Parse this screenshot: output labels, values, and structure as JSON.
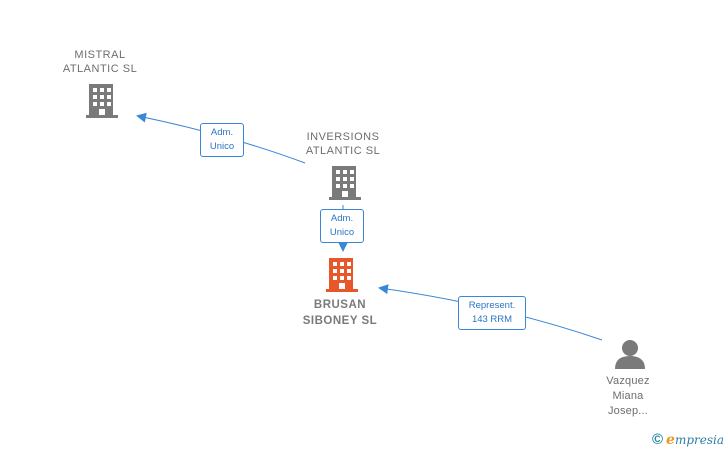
{
  "nodes": {
    "mistral": {
      "name": "MISTRAL\nATLANTIC  SL",
      "icon": "building-icon",
      "color": "#7a7a7a"
    },
    "inversions": {
      "name": "INVERSIONS\nATLANTIC  SL",
      "icon": "building-icon",
      "color": "#7a7a7a"
    },
    "brusan": {
      "name": "BRUSAN\nSIBONEY  SL",
      "icon": "building-icon",
      "color": "#e8572a"
    },
    "vazquez": {
      "name": "Vazquez\nMiana\nJosep...",
      "icon": "person-icon",
      "color": "#7a7a7a"
    }
  },
  "edges": {
    "inversions_mistral": {
      "label": "Adm.\nUnico"
    },
    "inversions_brusan": {
      "label": "Adm.\nUnico"
    },
    "vazquez_brusan": {
      "label": "Represent.\n143 RRM"
    }
  },
  "edge_color": "#3a86d8",
  "watermark": {
    "copyright": "©",
    "brand_initial": "e",
    "brand_rest": "mpresia"
  }
}
